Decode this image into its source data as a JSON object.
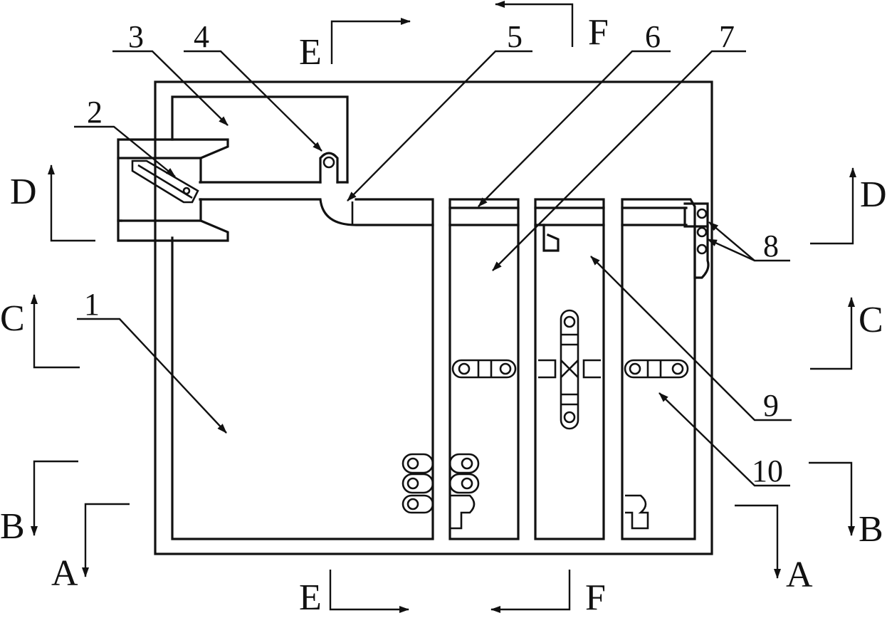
{
  "diagram": {
    "part_labels": [
      {
        "id": "1",
        "text": "1"
      },
      {
        "id": "2",
        "text": "2"
      },
      {
        "id": "3",
        "text": "3"
      },
      {
        "id": "4",
        "text": "4"
      },
      {
        "id": "5",
        "text": "5"
      },
      {
        "id": "6",
        "text": "6"
      },
      {
        "id": "7",
        "text": "7"
      },
      {
        "id": "8",
        "text": "8"
      },
      {
        "id": "9",
        "text": "9"
      },
      {
        "id": "10",
        "text": "10"
      }
    ],
    "section_marks": {
      "A": "A",
      "B": "B",
      "C": "C",
      "D": "D",
      "E": "E",
      "F": "F"
    },
    "colors": {
      "line": "#111111",
      "background": "#ffffff"
    }
  }
}
